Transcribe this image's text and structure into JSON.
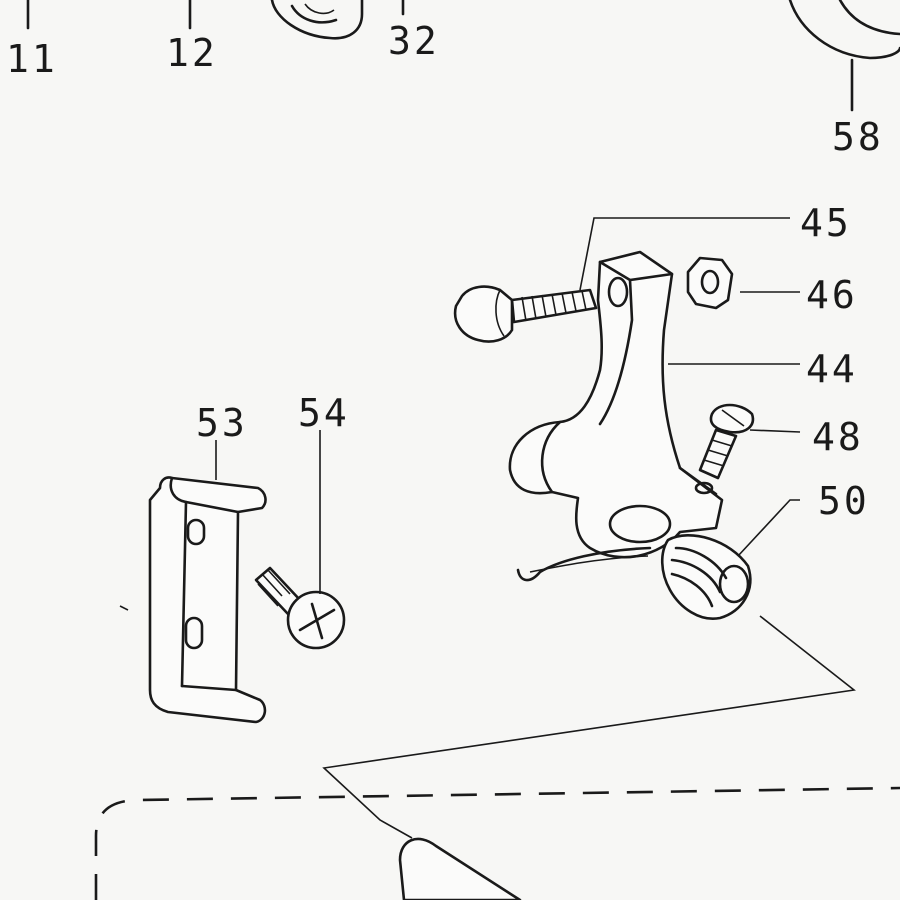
{
  "diagram": {
    "part_labels": {
      "p11": "11",
      "p12": "12",
      "p32": "32",
      "p58": "58",
      "p45": "45",
      "p46": "46",
      "p44": "44",
      "p48": "48",
      "p50": "50",
      "p53": "53",
      "p54": "54"
    },
    "colors": {
      "ink": "#1a1a1a",
      "paper": "#f7f7f5"
    }
  }
}
